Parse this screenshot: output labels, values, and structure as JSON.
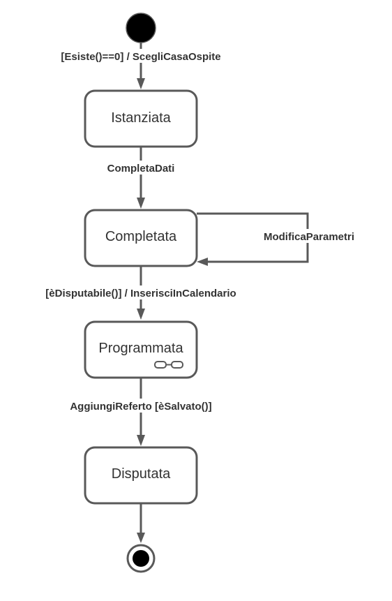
{
  "diagram": {
    "colors": {
      "stroke": "#595959",
      "text": "#333333",
      "initial_fill": "#000000",
      "background": "#ffffff"
    },
    "states": {
      "istanziata": "Istanziata",
      "completata": "Completata",
      "programmata": "Programmata",
      "disputata": "Disputata"
    },
    "transitions": {
      "initial_to_istanziata": "[Esiste()==0] / ScegliCasaOspite",
      "istanziata_to_completata": "CompletaDati",
      "completata_self": "ModificaParametri",
      "completata_to_programmata": "[èDisputabile()] / InserisciInCalendario",
      "programmata_to_disputata": "AggiungiReferto [èSalvato()]"
    },
    "icons": {
      "programmata_substate": "composite-state-icon"
    }
  }
}
